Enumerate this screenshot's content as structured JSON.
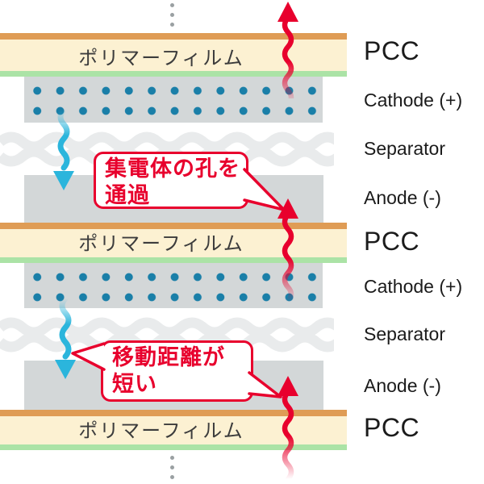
{
  "diagram_title": "stacked-battery-cell-cross-section",
  "polymer_film_label": "ポリマーフィルム",
  "right_labels": [
    {
      "text": "PCC"
    },
    {
      "text": "Cathode (+)"
    },
    {
      "text": "Separator"
    },
    {
      "text": "Anode (-)"
    },
    {
      "text": "PCC"
    },
    {
      "text": "Cathode (+)"
    },
    {
      "text": "Separator"
    },
    {
      "text": "Anode (-)"
    },
    {
      "text": "PCC"
    }
  ],
  "callouts": [
    {
      "line1": "集電体の孔を",
      "line2": "通過"
    },
    {
      "line1": "移動距離が",
      "line2": "短い"
    }
  ],
  "icons": {
    "red_arrow": "wavy-up-arrow",
    "cyan_arrow": "wavy-down-arrow",
    "continuation": "vertical-ellipsis-dots"
  },
  "colors": {
    "pcc_orange": "#df9c55",
    "pcc_cream": "#fcf1d2",
    "pcc_green": "#abe3a6",
    "electrode_gray": "#d3d7d8",
    "separator_gray": "#e9ebec",
    "cathode_dot_blue": "#1a7fa8",
    "accent_red": "#e8002d",
    "accent_cyan": "#2bb5dc"
  }
}
